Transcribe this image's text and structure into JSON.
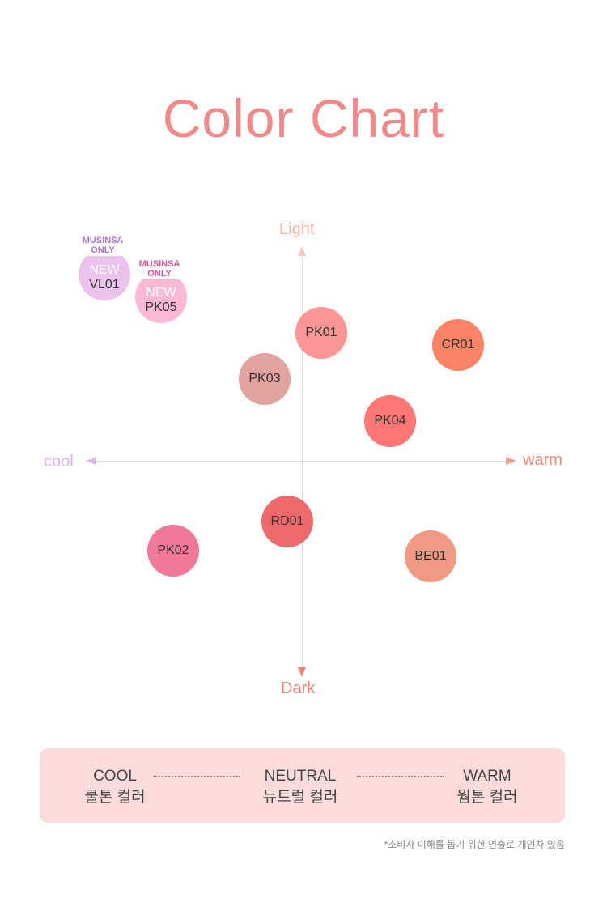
{
  "title": "Color Chart",
  "axes": {
    "top": "Light",
    "bottom": "Dark",
    "left": "cool",
    "right": "warm"
  },
  "swatches": [
    {
      "code": "VL01",
      "color": "#ecc3ee",
      "tag": "NEW",
      "badge": "MUSINSA ONLY",
      "badge_color": "#b072d8"
    },
    {
      "code": "PK05",
      "color": "#fcb9d6",
      "tag": "NEW",
      "badge": "MUSINSA ONLY",
      "badge_color": "#e0509a"
    },
    {
      "code": "PK01",
      "color": "#fc9595"
    },
    {
      "code": "CR01",
      "color": "#fb8466"
    },
    {
      "code": "PK03",
      "color": "#e1a3a0"
    },
    {
      "code": "PK04",
      "color": "#fe7775"
    },
    {
      "code": "RD01",
      "color": "#ee6a6a"
    },
    {
      "code": "PK02",
      "color": "#f07898"
    },
    {
      "code": "BE01",
      "color": "#f19a83"
    }
  ],
  "legend": [
    {
      "en": "COOL",
      "ko": "쿨톤 컬러"
    },
    {
      "en": "NEUTRAL",
      "ko": "뉴트럴 컬러"
    },
    {
      "en": "WARM",
      "ko": "웜톤 컬러"
    }
  ],
  "note": "*소비자 이해를 돕기 위한 연출로 개인차 있음"
}
